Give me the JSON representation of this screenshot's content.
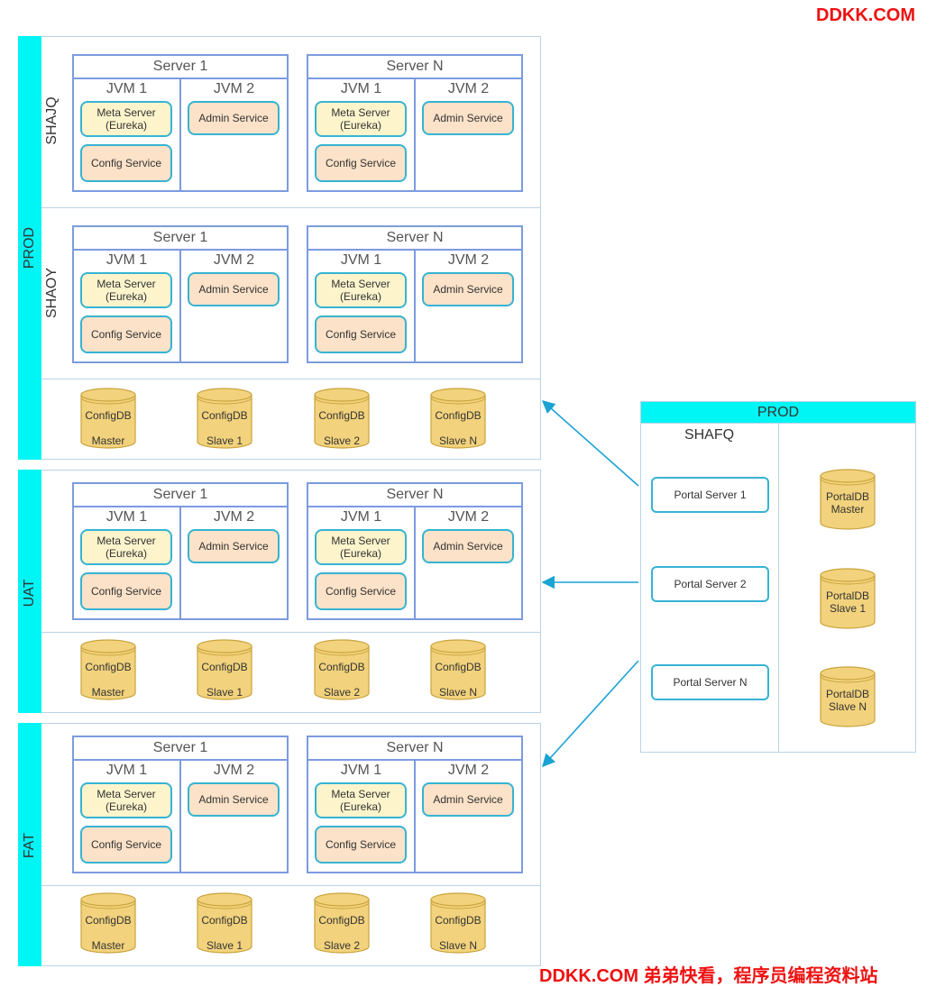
{
  "watermark_top": "DDKK.COM",
  "watermark_bottom": "DDKK.COM 弟弟快看，程序员编程资料站",
  "env_prod": "PROD",
  "env_uat": "UAT",
  "env_fat": "FAT",
  "dc_shajq": "SHAJQ",
  "dc_shaoy": "SHAOY",
  "server_1": "Server 1",
  "server_n": "Server N",
  "jvm_1": "JVM 1",
  "jvm_2": "JVM 2",
  "meta_server_line1": "Meta Server",
  "meta_server_line2": "(Eureka)",
  "admin_service": "Admin Service",
  "config_service": "Config Service",
  "configdb": "ConfigDB",
  "db_roles": [
    "Master",
    "Slave 1",
    "Slave 2",
    "Slave N"
  ],
  "portal_panel": {
    "title": "PROD",
    "dc": "SHAFQ",
    "portal_servers": [
      "Portal Server 1",
      "Portal Server 2",
      "Portal Server N"
    ],
    "portaldb": "PortalDB",
    "portaldb_roles": [
      "Master",
      "Slave 1",
      "Slave N"
    ]
  },
  "colors": {
    "env_bar": "#00f5f5",
    "server_border": "#7c9be0",
    "service_border": "#36b3d3",
    "meta_fill": "#fdf4cc",
    "service_fill": "#fbe2c8",
    "db_fill": "#f2d27c",
    "db_stroke": "#c9a33c",
    "arrow": "#1aa3d3",
    "watermark": "#ee1111"
  }
}
